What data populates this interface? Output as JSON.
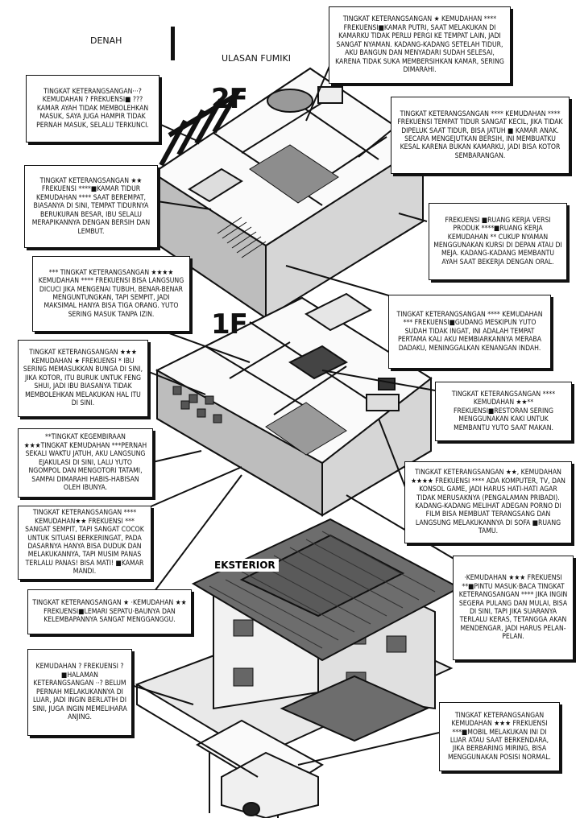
{
  "header": {
    "left_title": "DENAH",
    "right_title": "ULASAN FUMIKI"
  },
  "floors": {
    "second": "2F",
    "first": "1F",
    "exterior": "EKSTERIOR"
  },
  "notes": [
    {
      "id": "putri",
      "text": "TINGKAT KETERANGSANGAN ★ KEMUDAHAN **** FREKUENSI■KAMAR PUTRI, SAAT MELAKUKAN DI KAMARKU TIDAK PERLU PERGI KE TEMPAT LAIN, JADI SANGAT NYAMAN. KADANG-KADANG SETELAH TIDUR, AKU BANGUN DAN MENYADARI SUDAH SELESAI, KARENA TIDAK SUKA MEMBERSIHKAN KAMAR, SERING DIMARAHI."
    },
    {
      "id": "ayah",
      "text": "TINGKAT KETERANGSANGAN···? KEMUDAHAN ? FREKUENSI■ ??? KAMAR AYAH TIDAK MEMBOLEHKAN MASUK, SAYA JUGA HAMPIR TIDAK PERNAH MASUK, SELALU TERKUNCI."
    },
    {
      "id": "anak",
      "text": "TINGKAT KETERANGSANGAN **** KEMUDAHAN **** FREKUENSI TEMPAT TIDUR SANGAT KECIL, JIKA TIDAK DIPELUK SAAT TIDUR, BISA JATUH ■ KAMAR ANAK. SECARA MENGEJUTKAN BERSIH, INI MEMBUATKU KESAL KARENA BUKAN KAMARKU, JADI BISA KOTOR SEMBARANGAN."
    },
    {
      "id": "tidur",
      "text": "TINGKAT KETERANGSANGAN ★★ FREKUENSI ****■KAMAR TIDUR KEMUDAHAN **** SAAT BEREMPAT, BIASANYA DI SINI, TEMPAT TIDURNYA BERUKURAN BESAR, IBU SELALU MERAPIKANNYA DENGAN BERSIH DAN LEMBUT."
    },
    {
      "id": "kerja",
      "text": "FREKUENSI ■RUANG KERJA VERSI PRODUK ****■RUANG KERJA KEMUDAHAN ** CUKUP NYAMAN MENGGUNAKAN KURSI DI DEPAN ATAU DI MEJA. KADANG-KADANG MEMBANTU AYAH SAAT BEKERJA DENGAN ORAL."
    },
    {
      "id": "cuci",
      "text": "*** TINGKAT KETERANGSANGAN ★★★★ KEMUDAHAN **** FREKUENSI BISA LANGSUNG DICUCI JIKA MENGENAI TUBUH, BENAR-BENAR MENGUNTUNGKAN, TAPI SEMPIT, JADI MAKSIMAL HANYA BISA TIGA ORANG. YUTO SERING MASUK TANPA IZIN."
    },
    {
      "id": "gudang",
      "text": "TINGKAT KETERANGSANGAN **** KEMUDAHAN *** FREKUENSI■GUDANG MESKIPUN YUTO SUDAH TIDAK INGAT, INI ADALAH TEMPAT PERTAMA KALI AKU MEMBIARKANNYA MERABA DADAKU, MENINGGALKAN KENANGAN INDAH."
    },
    {
      "id": "wc",
      "text": "TINGKAT KETERANGSANGAN ★★★ KEMUDAHAN ★ FREKUENSI * IBU SERING MEMASUKKAN BUNGA DI SINI, JIKA KOTOR, ITU BURUK UNTUK FENG SHUI, JADI IBU BIASANYA TIDAK MEMBOLEHKAN MELAKUKAN HAL ITU DI SINI."
    },
    {
      "id": "restoran",
      "text": "TINGKAT KETERANGSANGAN **** KEMUDAHAN ★★** FREKUENSI■RESTORAN SERING MENGGUNAKAN KAKI UNTUK MEMBANTU YUTO SAAT MAKAN."
    },
    {
      "id": "tatami",
      "text": "**TINGKAT KEGEMBIRAAN ★★★TINGKAT KEMUDAHAN ***PERNAH SEKALI WAKTU JATUH, AKU LANGSUNG EJAKULASI DI SINI, LALU YUTO NGOMPOL DAN MENGOTORI TATAMI, SAMPAI DIMARAHI HABIS-HABISAN OLEH IBUNYA."
    },
    {
      "id": "tamu",
      "text": "TINGKAT KETERANGSANGAN ★★, KEMUDAHAN ★★★★ FREKUENSI **** ADA KOMPUTER, TV, DAN KONSOL GAME, JADI HARUS HATI-HATI AGAR TIDAK MERUSAKNYA (PENGALAMAN PRIBADI). KADANG-KADANG MELIHAT ADEGAN PORNO DI FILM BISA MEMBUAT TERANGSANG DAN LANGSUNG MELAKUKANNYA DI SOFA ■RUANG TAMU."
    },
    {
      "id": "mandi",
      "text": "TINGKAT KETERANGSANGAN **** KEMUDAHAN★★ FREKUENSI *** SANGAT SEMPIT, TAPI SANGAT COCOK UNTUK SITUASI BERKERINGAT, PADA DASARNYA HANYA BISA DUDUK DAN MELAKUKANNYA, TAPI MUSIM PANAS TERLALU PANAS! BISA MATI! ■KAMAR MANDI."
    },
    {
      "id": "pintu",
      "text": "·KEMUDAHAN ★★★ FREKUENSI **■PINTU MASUK·BACA TINGKAT KETERANGSANGAN **** JIKA INGIN SEGERA PULANG DAN MULAI, BISA DI SINI, TAPI JIKA SUARANYA TERLALU KERAS, TETANGGA AKAN MENDENGAR, JADI HARUS PELAN-PELAN."
    },
    {
      "id": "lemari",
      "text": "TINGKAT KETERANGSANGAN ★ ·KEMUDAHAN ★★ FREKUENSI■LEMARI SEPATU·BAUNYA DAN KELEMBAPANNYA SANGAT MENGGANGGU."
    },
    {
      "id": "halaman",
      "text": "KEMUDAHAN ? FREKUENSI ?■HALAMAN KETERANGSANGAN ··? BELUM PERNAH MELAKUKANNYA DI LUAR, JADI INGIN BERLATIH DI SINI, JUGA INGIN MEMELIHARA ANJING."
    },
    {
      "id": "mobil",
      "text": "TINGKAT KETERANGSANGAN KEMUDAHAN ★★★ FREKUENSI ***■MOBIL MELAKUKAN INI DI LUAR ATAU SAAT BERKENDARA, JIKA BERBARING MIRING, BISA MENGGUNAKAN POSISI NORMAL."
    }
  ]
}
